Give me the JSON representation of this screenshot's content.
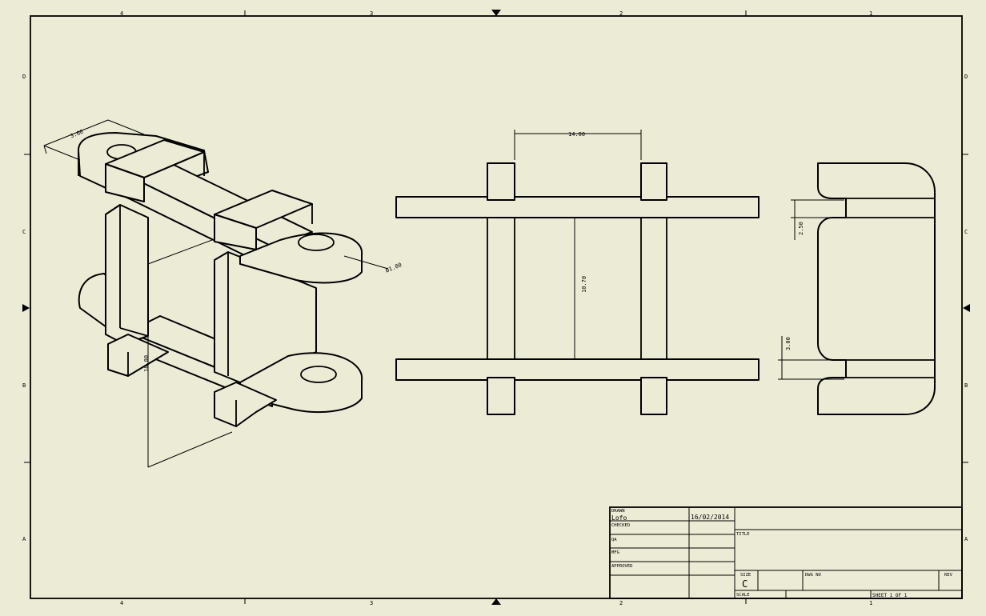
{
  "drawing": {
    "zones": {
      "columns": [
        "4",
        "3",
        "2",
        "1"
      ],
      "rows": [
        "D",
        "C",
        "B",
        "A"
      ]
    },
    "dimensions": {
      "iso_top": "3.00",
      "iso_side": "Ø1.00",
      "iso_height": "18.00",
      "front_width": "14.00",
      "front_height": "10.70",
      "side_upper": "2.50",
      "side_lower": "3.00"
    },
    "title_block": {
      "drawn_label": "DRAWN",
      "drawn_by": "Lofo",
      "drawn_date": "16/02/2014",
      "checked_label": "CHECKED",
      "qa_label": "QA",
      "mfg_label": "MFG",
      "approved_label": "APPROVED",
      "title_label": "TITLE",
      "size_label": "SIZE",
      "size_value": "C",
      "dwg_no_label": "DWG NO",
      "rev_label": "REV",
      "scale_label": "SCALE",
      "sheet_label": "SHEET 1  OF 1"
    }
  }
}
